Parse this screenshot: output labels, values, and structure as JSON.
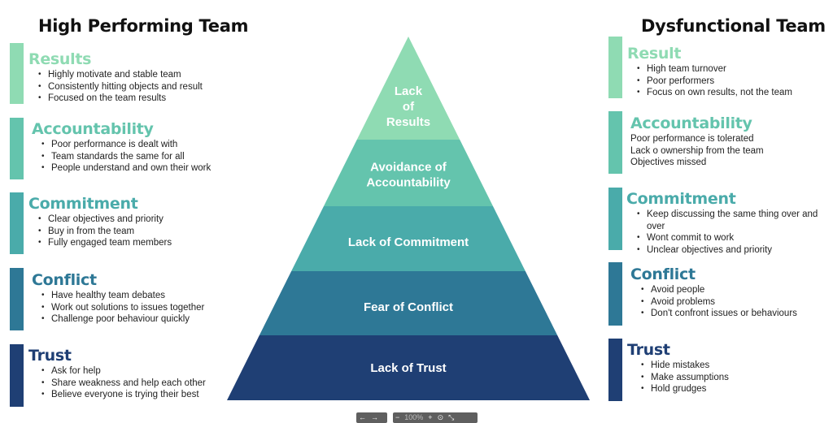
{
  "left": {
    "title": "High Performing Team",
    "sections": [
      {
        "title": "Results",
        "color": "#8fdbb3",
        "items": [
          "Highly motivate and stable team",
          "Consistently hitting objects and result",
          "Focused on the team results"
        ]
      },
      {
        "title": "Accountability",
        "color": "#64c4ad",
        "items": [
          "Poor performance is dealt with",
          "Team standards the same for all",
          "People understand and own their work"
        ]
      },
      {
        "title": "Commitment",
        "color": "#4aabaa",
        "items": [
          "Clear objectives and priority",
          "Buy in from the team",
          "Fully engaged team members"
        ]
      },
      {
        "title": "Conflict",
        "color": "#2e7896",
        "items": [
          "Have healthy team debates",
          "Work out solutions to issues together",
          "Challenge poor behaviour quickly"
        ]
      },
      {
        "title": "Trust",
        "color": "#1f3f74",
        "items": [
          "Ask for help",
          "Share weakness and help each other",
          "Believe everyone is trying their best"
        ]
      }
    ]
  },
  "right": {
    "title": "Dysfunctional Team",
    "sections": [
      {
        "title": "Result",
        "color": "#8fdbb3",
        "items": [
          "High team turnover",
          "Poor performers",
          "Focus on own results, not the team"
        ]
      },
      {
        "title": "Accountability",
        "color": "#64c4ad",
        "items": [
          "Poor performance is tolerated",
          "Lack o ownership from the team",
          "Objectives missed"
        ]
      },
      {
        "title": "Commitment",
        "color": "#4aabaa",
        "items": [
          "Keep discussing the same thing over and",
          "over",
          "Wont commit to work",
          "Unclear objectives and priority"
        ]
      },
      {
        "title": "Conflict",
        "color": "#2e7896",
        "items": [
          "Avoid people",
          "Avoid problems",
          "Don't confront issues or behaviours"
        ]
      },
      {
        "title": "Trust",
        "color": "#1f3f74",
        "items": [
          "Hide mistakes",
          "Make assumptions",
          "Hold grudges"
        ]
      }
    ]
  },
  "pyramid": {
    "tiers": [
      {
        "lines": [
          "Lack",
          "of",
          "Results"
        ],
        "color": "#8fdbb3"
      },
      {
        "lines": [
          "Avoidance of",
          "Accountability"
        ],
        "color": "#64c4ad"
      },
      {
        "lines": [
          "Lack of Commitment"
        ],
        "color": "#4aabaa"
      },
      {
        "lines": [
          "Fear of Conflict"
        ],
        "color": "#2e7896"
      },
      {
        "lines": [
          "Lack of Trust"
        ],
        "color": "#1f3f74"
      }
    ]
  },
  "toolbar": {
    "back_icon": "arrow-left-icon",
    "forward_icon": "arrow-right-icon",
    "zoom_out": "−",
    "zoom_level": "100%",
    "zoom_in": "+",
    "zoom_reset_icon": "target-icon",
    "collapse_icon": "collapse-icon"
  }
}
